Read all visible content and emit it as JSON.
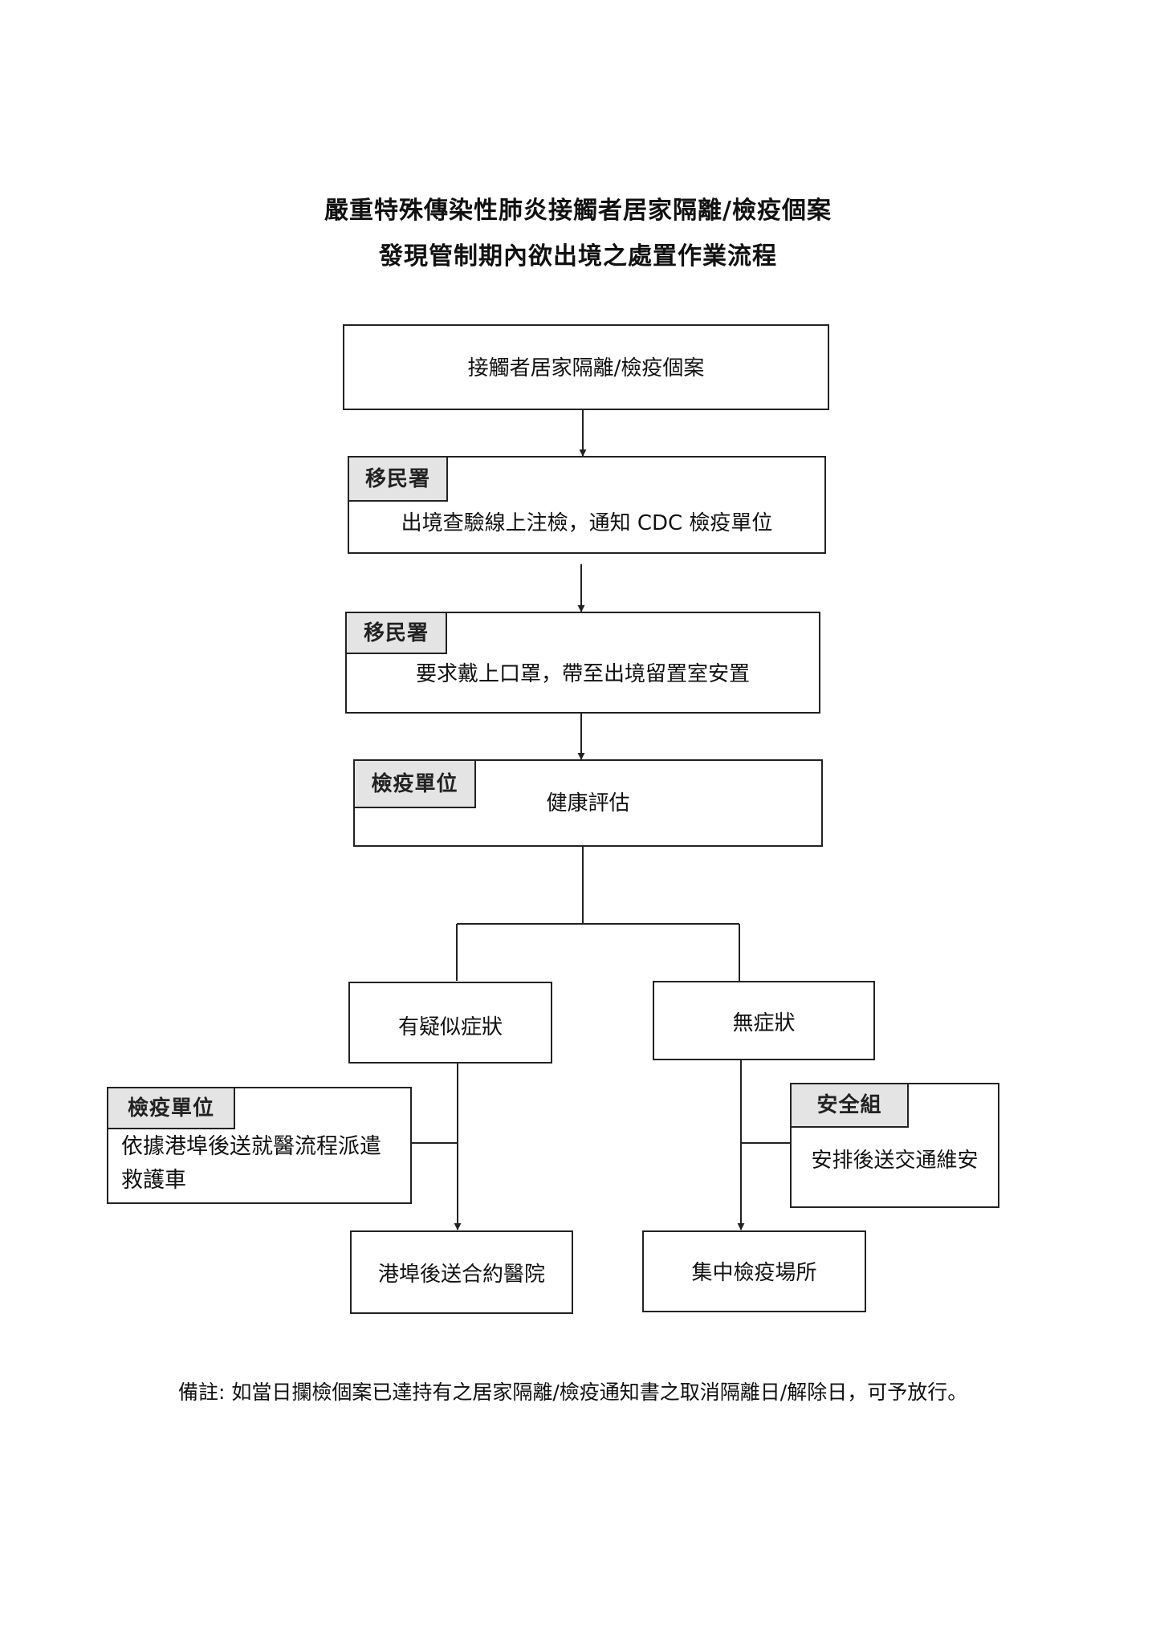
{
  "title": {
    "line1": "嚴重特殊傳染性肺炎接觸者居家隔離/檢疫個案",
    "line2": "發現管制期內欲出境之處置作業流程"
  },
  "nodes": {
    "start": {
      "text": "接觸者居家隔離/檢疫個案"
    },
    "step1": {
      "tag": "移民署",
      "text": "出境查驗線上注檢，通知 CDC 檢疫單位"
    },
    "step2": {
      "tag": "移民署",
      "text": "要求戴上口罩，帶至出境留置室安置"
    },
    "step3": {
      "tag": "檢疫單位",
      "text": "健康評估"
    },
    "symptomatic": {
      "text": "有疑似症狀"
    },
    "asymptomatic": {
      "text": "無症狀"
    },
    "side_left": {
      "tag": "檢疫單位",
      "line1": "依據港埠後送就醫流程派遣",
      "line2": "救護車"
    },
    "side_right": {
      "tag": "安全組",
      "text": "安排後送交通維安"
    },
    "end_left": {
      "text": "港埠後送合約醫院"
    },
    "end_right": {
      "text": "集中檢疫場所"
    }
  },
  "note": "備註: 如當日攔檢個案已達持有之居家隔離/檢疫通知書之取消隔離日/解除日，可予放行。"
}
